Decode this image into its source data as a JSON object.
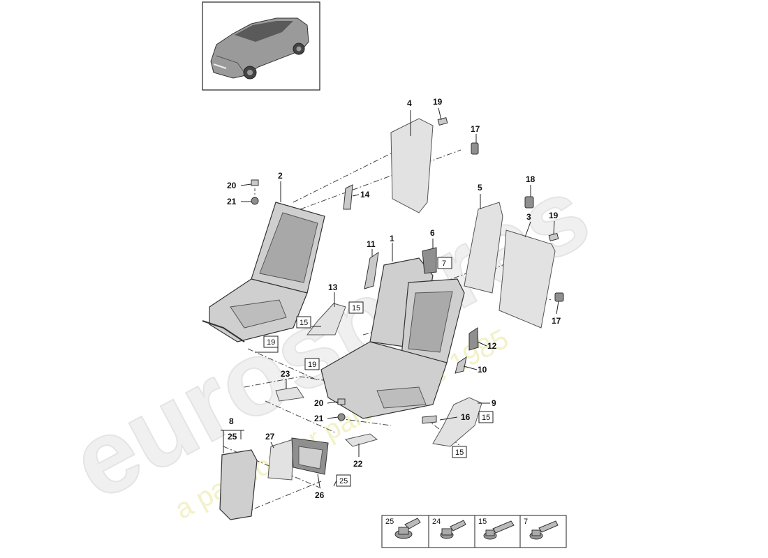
{
  "watermark": {
    "brand": "eurospares",
    "tagline": "a passion for parts since 1985"
  },
  "callouts": [
    "1",
    "2",
    "3",
    "4",
    "5",
    "6",
    "8",
    "9",
    "10",
    "11",
    "12",
    "13",
    "14",
    "16",
    "17",
    "17",
    "18",
    "19",
    "19",
    "20",
    "20",
    "21",
    "21",
    "22",
    "23",
    "25",
    "26",
    "27"
  ],
  "boxed_callouts": [
    "7",
    "15",
    "15",
    "15",
    "15",
    "19",
    "19",
    "25"
  ],
  "legend": {
    "items": [
      {
        "num": "25",
        "icon": "flange-bolt-icon"
      },
      {
        "num": "24",
        "icon": "hex-bolt-icon"
      },
      {
        "num": "15",
        "icon": "expansion-rivet-icon"
      },
      {
        "num": "7",
        "icon": "screw-icon"
      }
    ]
  }
}
